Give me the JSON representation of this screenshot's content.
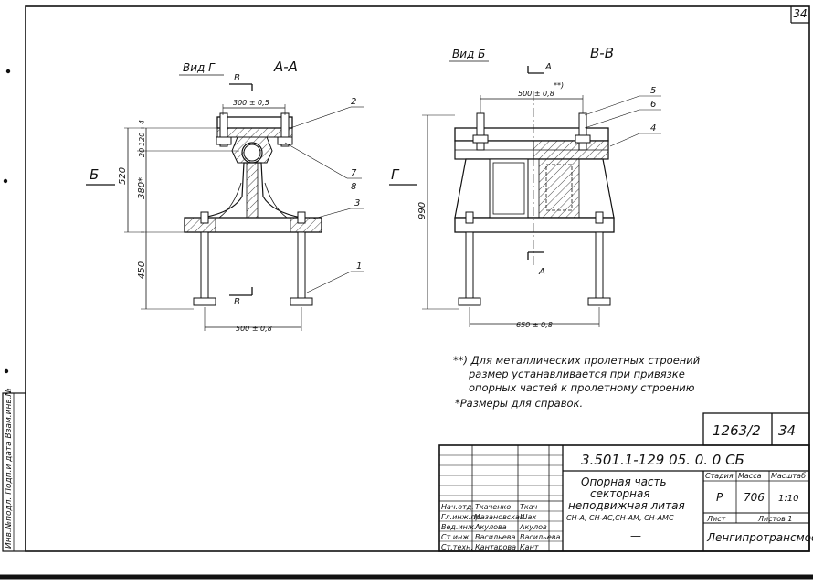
{
  "sheet": {
    "page_corner": "34",
    "designation_box": "1263/2",
    "sheet_box": "34"
  },
  "views": {
    "view_g_label": "Вид Г",
    "section_aa": "А-А",
    "view_b_label": "Вид Б",
    "section_vv": "В-В",
    "cut_v": "В",
    "cut_a": "А",
    "left_marker_b": "Б",
    "right_marker_g": "Г",
    "double_star": "**)"
  },
  "dimensions": {
    "top_left": "300 ± 0,5",
    "bottom_left": "500 ± 0,8",
    "top_right": "500 ± 0,8",
    "bottom_right": "650 ± 0,8",
    "h_520": "520",
    "h_380": "380*",
    "h_120": "120",
    "h_20": "20",
    "h_4": "4",
    "h_450": "450",
    "h_990": "990"
  },
  "callouts": {
    "c1": "1",
    "c2": "2",
    "c3": "3",
    "c4": "4",
    "c5": "5",
    "c6": "6",
    "c7": "7",
    "c8": "8"
  },
  "notes": {
    "line1": "**) Для металлических пролетных строений",
    "line2": "размер устанавливается при привязке",
    "line3": "опорных частей к пролетному строению",
    "line4": "*Размеры для справок."
  },
  "title_block": {
    "code": "3.501.1-129 05. 0. 0 СБ",
    "name_line1": "Опорная часть",
    "name_line2": "секторная",
    "name_line3": "неподвижная литая",
    "name_line4": "СН-А, СН-АС,СН-АМ, СН-АМС",
    "col_stage": "Стадия",
    "col_mass": "Масса",
    "col_scale": "Масштаб",
    "stage": "Р",
    "mass": "706",
    "scale": "1:10",
    "sheet_label": "Лист",
    "sheets_label": "Листов 1",
    "org": "Ленгипротрансмост",
    "dash": "—",
    "roles": [
      "Нач.отд.",
      "Гл.инж.пр.",
      "Вед.инж.",
      "Ст.инж.",
      "Ст.техн."
    ],
    "names": [
      "Ткаченко",
      "Мазановская",
      "Акулова",
      "Васильева",
      "Кантарова"
    ],
    "signatures": [
      "Ткач",
      "Шах",
      "Акулов",
      "Васильева",
      "Кант"
    ]
  },
  "side_stamp": {
    "text": "Инв.№подл. Подп.и дата Взам.инв.№"
  }
}
